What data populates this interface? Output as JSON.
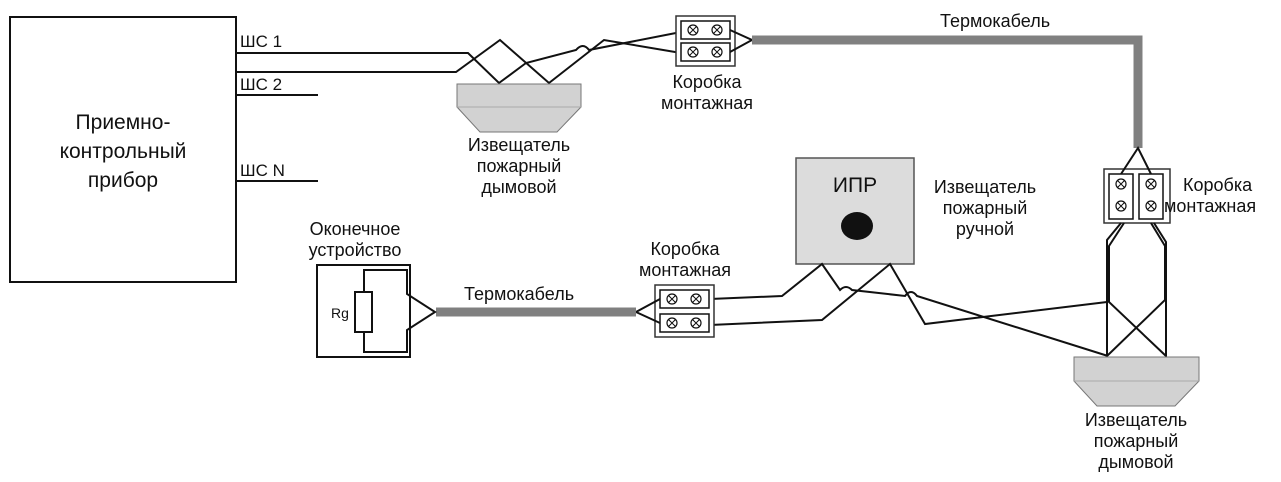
{
  "panel": {
    "lines": [
      "Приемно-",
      "контрольный",
      "прибор"
    ],
    "loops": [
      "ШС 1",
      "ШС 2",
      "ШС N"
    ]
  },
  "smoke_top": [
    "Извещатель",
    "пожарный",
    "дымовой"
  ],
  "box_top": [
    "Коробка",
    "монтажная"
  ],
  "thermo_top": "Термокабель",
  "box_right": [
    "Коробка",
    "монтажная"
  ],
  "ipr": {
    "abbr": "ИПР",
    "label": [
      "Извещатель",
      "пожарный",
      "ручной"
    ]
  },
  "end_device": {
    "title": [
      "Оконечное",
      "устройство"
    ],
    "resistor": "Rg"
  },
  "thermo_bottom": "Термокабель",
  "box_bottom": [
    "Коробка",
    "монтажная"
  ],
  "smoke_bottom": [
    "Извещатель",
    "пожарный",
    "дымовой"
  ],
  "colors": {
    "line": "#111111",
    "cable": "#808080",
    "detector": "#d2d2d2",
    "ipr_fill": "#dcdcdc",
    "button": "#111111"
  }
}
